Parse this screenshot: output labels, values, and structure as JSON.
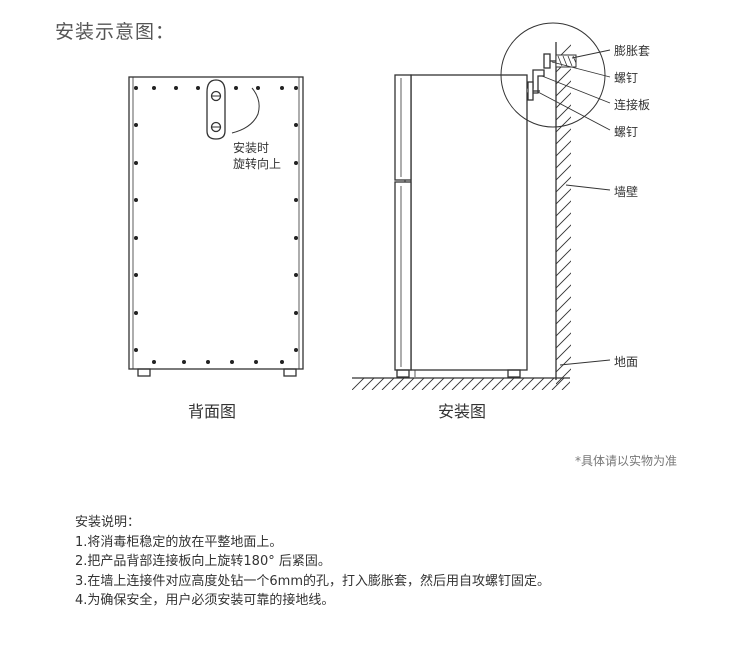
{
  "title": "安装示意图：",
  "back_view": {
    "caption": "背面图",
    "rotate_note_line1": "安装时",
    "rotate_note_line2": "旋转向上"
  },
  "install_view": {
    "caption": "安装图",
    "labels": {
      "expansion_sleeve": "膨胀套",
      "screw_top": "螺钉",
      "connecting_plate": "连接板",
      "screw_bottom": "螺钉",
      "wall": "墙壁",
      "floor": "地面"
    }
  },
  "note": "*具体请以实物为准",
  "instructions": {
    "heading": "安装说明：",
    "steps": [
      "1.将消毒柜稳定的放在平整地面上。",
      "2.把产品背部连接板向上旋转180° 后紧固。",
      "3.在墙上连接件对应高度处钻一个6mm的孔，打入膨胀套，然后用自攻螺钉固定。",
      "4.为确保安全，用户必须安装可靠的接地线。"
    ]
  }
}
